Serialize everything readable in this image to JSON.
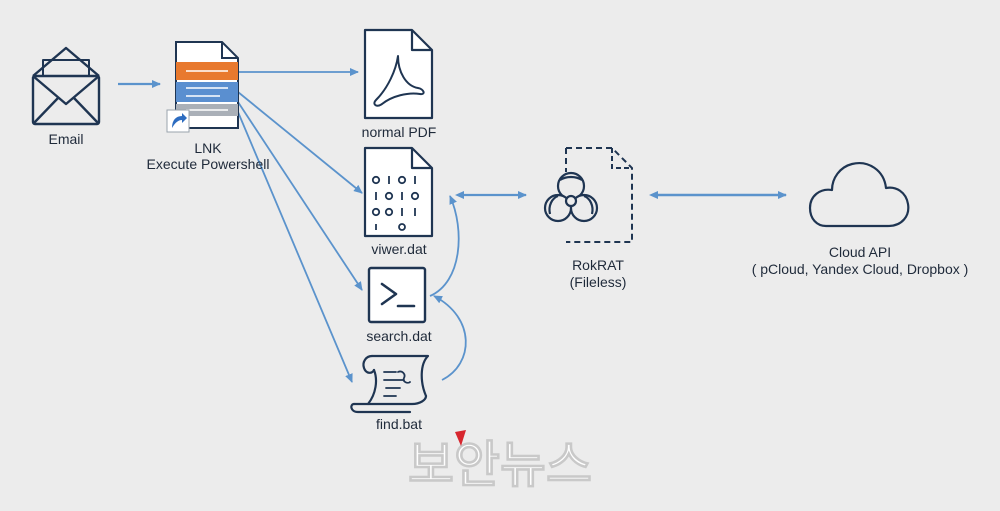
{
  "nodes": {
    "email": {
      "label": "Email"
    },
    "lnk": {
      "label": "LNK",
      "sublabel": "Execute Powershell"
    },
    "normal_pdf": {
      "label": "normal PDF"
    },
    "viwer_dat": {
      "label": "viwer.dat"
    },
    "search_dat": {
      "label": "search.dat"
    },
    "find_bat": {
      "label": "find.bat"
    },
    "rokrat": {
      "label": "RokRAT",
      "sublabel": "(Fileless)"
    },
    "cloud_api": {
      "label": "Cloud API",
      "sublabel": "( pCloud, Yandex Cloud, Dropbox )"
    }
  },
  "watermark": {
    "text": "보안뉴스"
  },
  "colors": {
    "arrow": "#5b93cc",
    "icon_stroke": "#1f3552",
    "orange": "#e8792e",
    "blue_band": "#5a8fd0",
    "gray_band": "#aab0b8",
    "watermark_red": "#d7262e"
  },
  "icons": {
    "email": "envelope-icon",
    "lnk": "document-shortcut-icon",
    "normal_pdf": "pdf-file-icon",
    "viwer_dat": "binary-file-icon",
    "search_dat": "powershell-terminal-icon",
    "find_bat": "script-scroll-icon",
    "rokrat": "biohazard-file-icon",
    "cloud_api": "cloud-icon"
  }
}
